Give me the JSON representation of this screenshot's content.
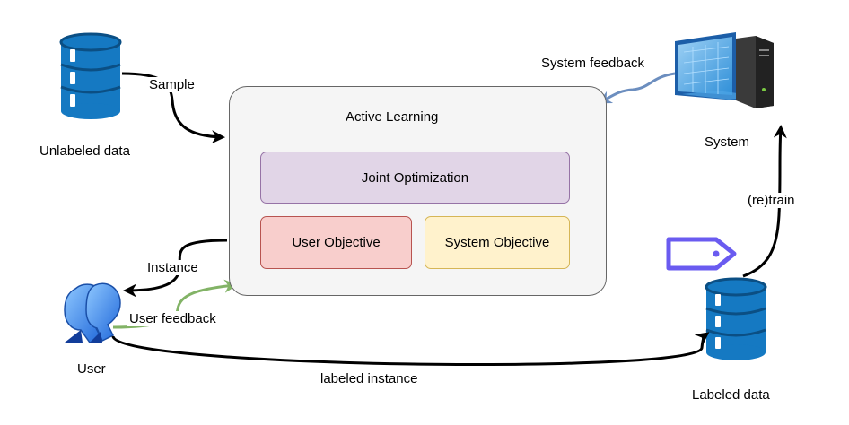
{
  "colors": {
    "db_fill": "#1579c2",
    "db_dark": "#0b4f84",
    "arrow_black": "#000000",
    "arrow_blue": "#6c8ebf",
    "arrow_green": "#82b366",
    "tag_purple": "#6a5bf0",
    "joint_fill": "#e1d5e7",
    "user_obj_fill": "#f8cecc",
    "system_obj_fill": "#fff2cc"
  },
  "nodes": {
    "unlabeled_data": "Unlabeled data",
    "labeled_data": "Labeled data",
    "system": "System",
    "user": "User"
  },
  "active_learning": {
    "title": "Active Learning",
    "joint": "Joint Optimization",
    "user_objective": "User Objective",
    "system_objective": "System Objective"
  },
  "edges": {
    "sample": "Sample",
    "instance": "Instance",
    "user_feedback": "User feedback",
    "labeled_instance": "labeled instance",
    "system_feedback": "System feedback",
    "retrain": "(re)train"
  },
  "icons": {
    "database": "database-icon",
    "user": "user-icon",
    "system": "computer-icon",
    "tag": "tag-icon"
  }
}
